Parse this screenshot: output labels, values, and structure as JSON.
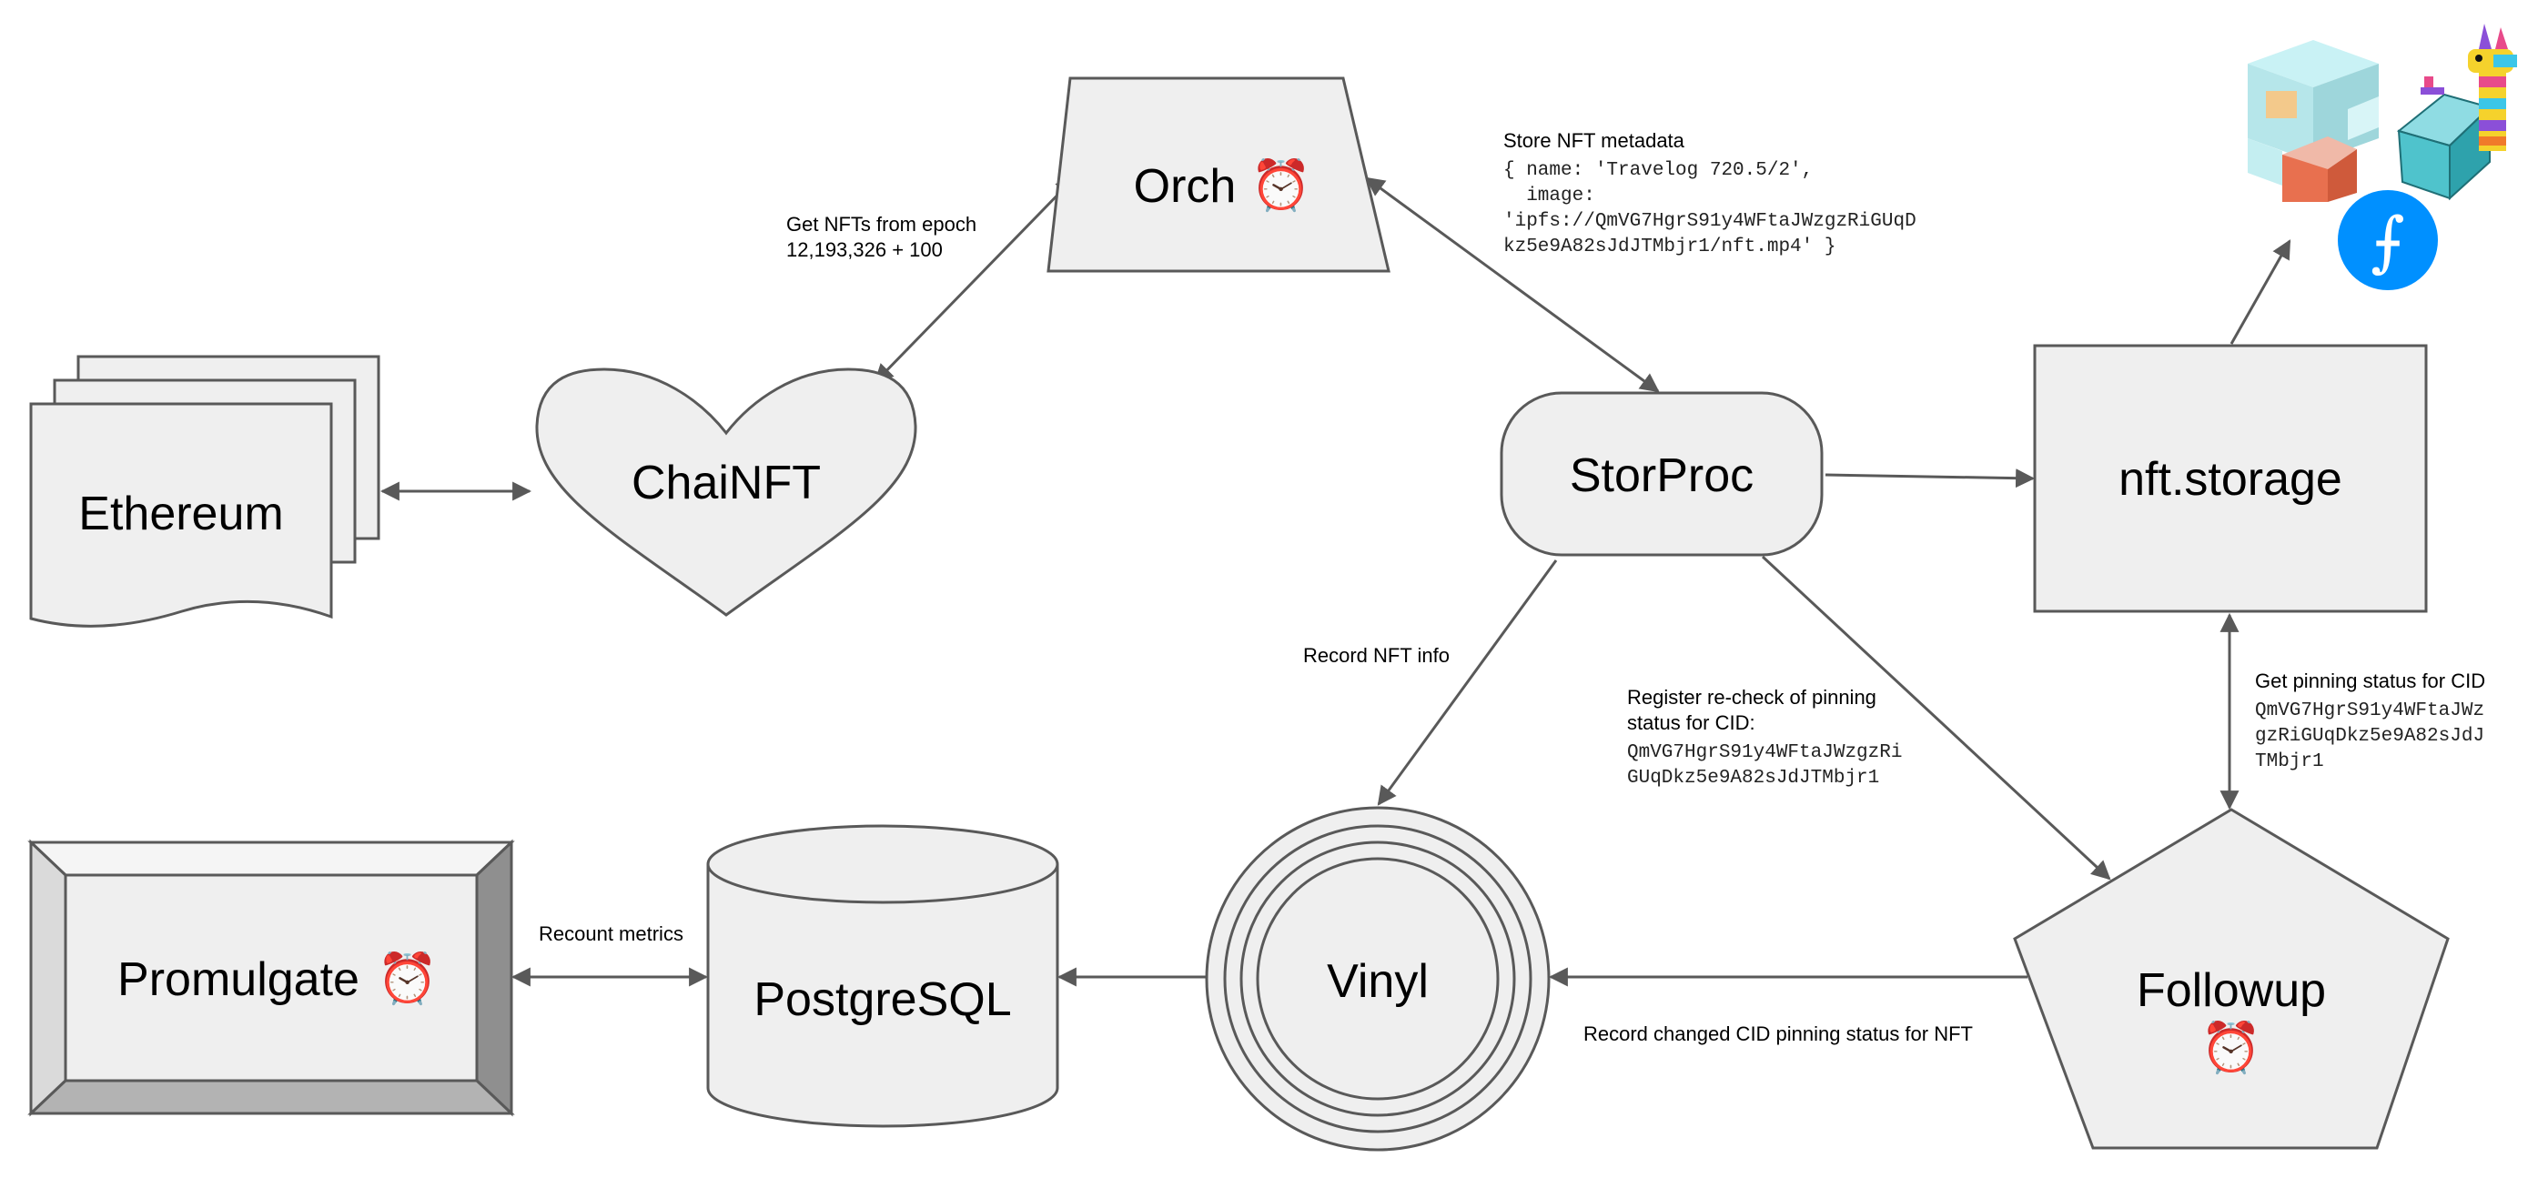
{
  "nodes": {
    "ethereum": "Ethereum",
    "chainft": "ChaiNFT",
    "orch": "Orch",
    "storproc": "StorProc",
    "nftstorage": "nft.storage",
    "promulgate": "Promulgate",
    "postgresql": "PostgreSQL",
    "vinyl": "Vinyl",
    "followup": "Followup"
  },
  "icons": {
    "alarm_clock": "⏰",
    "filecoin": "⨍",
    "ipfs_cubes": "ipfs-cubes-logo",
    "pinata": "pinata-logo"
  },
  "edges": {
    "get_nfts": {
      "line1": "Get NFTs from epoch",
      "line2": "12,193,326 + 100"
    },
    "store_metadata": {
      "title": "Store NFT metadata",
      "code1": "{ name: 'Travelog 720.5/2',",
      "code2": "  image:",
      "code3": "'ipfs://QmVG7HgrS91y4WFtaJWzgzRiGUqD",
      "code4": "kz5e9A82sJdJTMbjr1/nft.mp4' }"
    },
    "record_info": "Record NFT info",
    "register_recheck": {
      "line1": "Register re-check of pinning",
      "line2": "status for CID:",
      "code1": "QmVG7HgrS91y4WFtaJWzgzRi",
      "code2": "GUqDkz5e9A82sJdJTMbjr1"
    },
    "get_pinning": {
      "title": "Get pinning status for CID",
      "code1": "QmVG7HgrS91y4WFtaJWz",
      "code2": "gzRiGUqDkz5e9A82sJdJ",
      "code3": "TMbjr1"
    },
    "recount": "Recount metrics",
    "record_changed": "Record changed CID pinning status for NFT"
  },
  "colors": {
    "shape_fill": "#efefef",
    "stroke": "#595959",
    "filecoin_blue": "#0090ff"
  }
}
